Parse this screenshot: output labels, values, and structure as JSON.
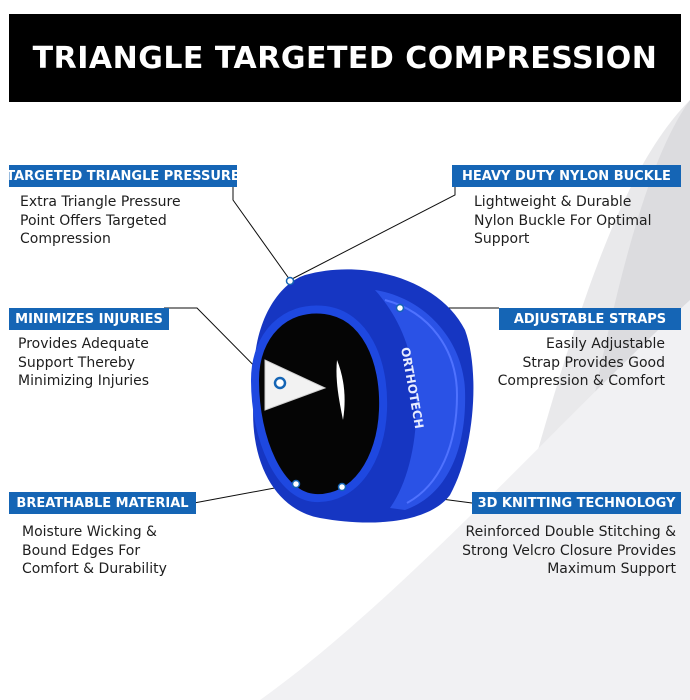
{
  "header": {
    "title": "TRIANGLE TARGETED COMPRESSION"
  },
  "product": {
    "brand_text": "ORTHOTECH"
  },
  "features": {
    "f1": {
      "label": "TARGETED TRIANGLE PRESSURE",
      "lines": [
        "Extra Triangle Pressure",
        "Point Offers  Targeted",
        "Compression"
      ]
    },
    "f2": {
      "label": "HEAVY DUTY NYLON BUCKLE",
      "lines": [
        "Lightweight & Durable",
        "Nylon Buckle For Optimal",
        "Support"
      ]
    },
    "f3": {
      "label": "MINIMIZES INJURIES",
      "lines": [
        "Provides Adequate",
        "Support Thereby",
        "Minimizing Injuries"
      ]
    },
    "f4": {
      "label": "ADJUSTABLE STRAPS",
      "lines": [
        "Easily Adjustable",
        "Strap Provides Good",
        "Compression & Comfort"
      ]
    },
    "f5": {
      "label": "BREATHABLE MATERIAL",
      "lines": [
        "Moisture Wicking &",
        "Bound Edges For",
        "Comfort & Durability"
      ]
    },
    "f6": {
      "label": "3D KNITTING TECHNOLOGY",
      "lines": [
        "Reinforced Double Stitching &",
        "Strong Velcro Closure Provides",
        "Maximum Support"
      ]
    }
  },
  "colors": {
    "label_bg": "#1565b5",
    "strap_blue": "#1a3fd0",
    "header_bg": "#000000"
  }
}
